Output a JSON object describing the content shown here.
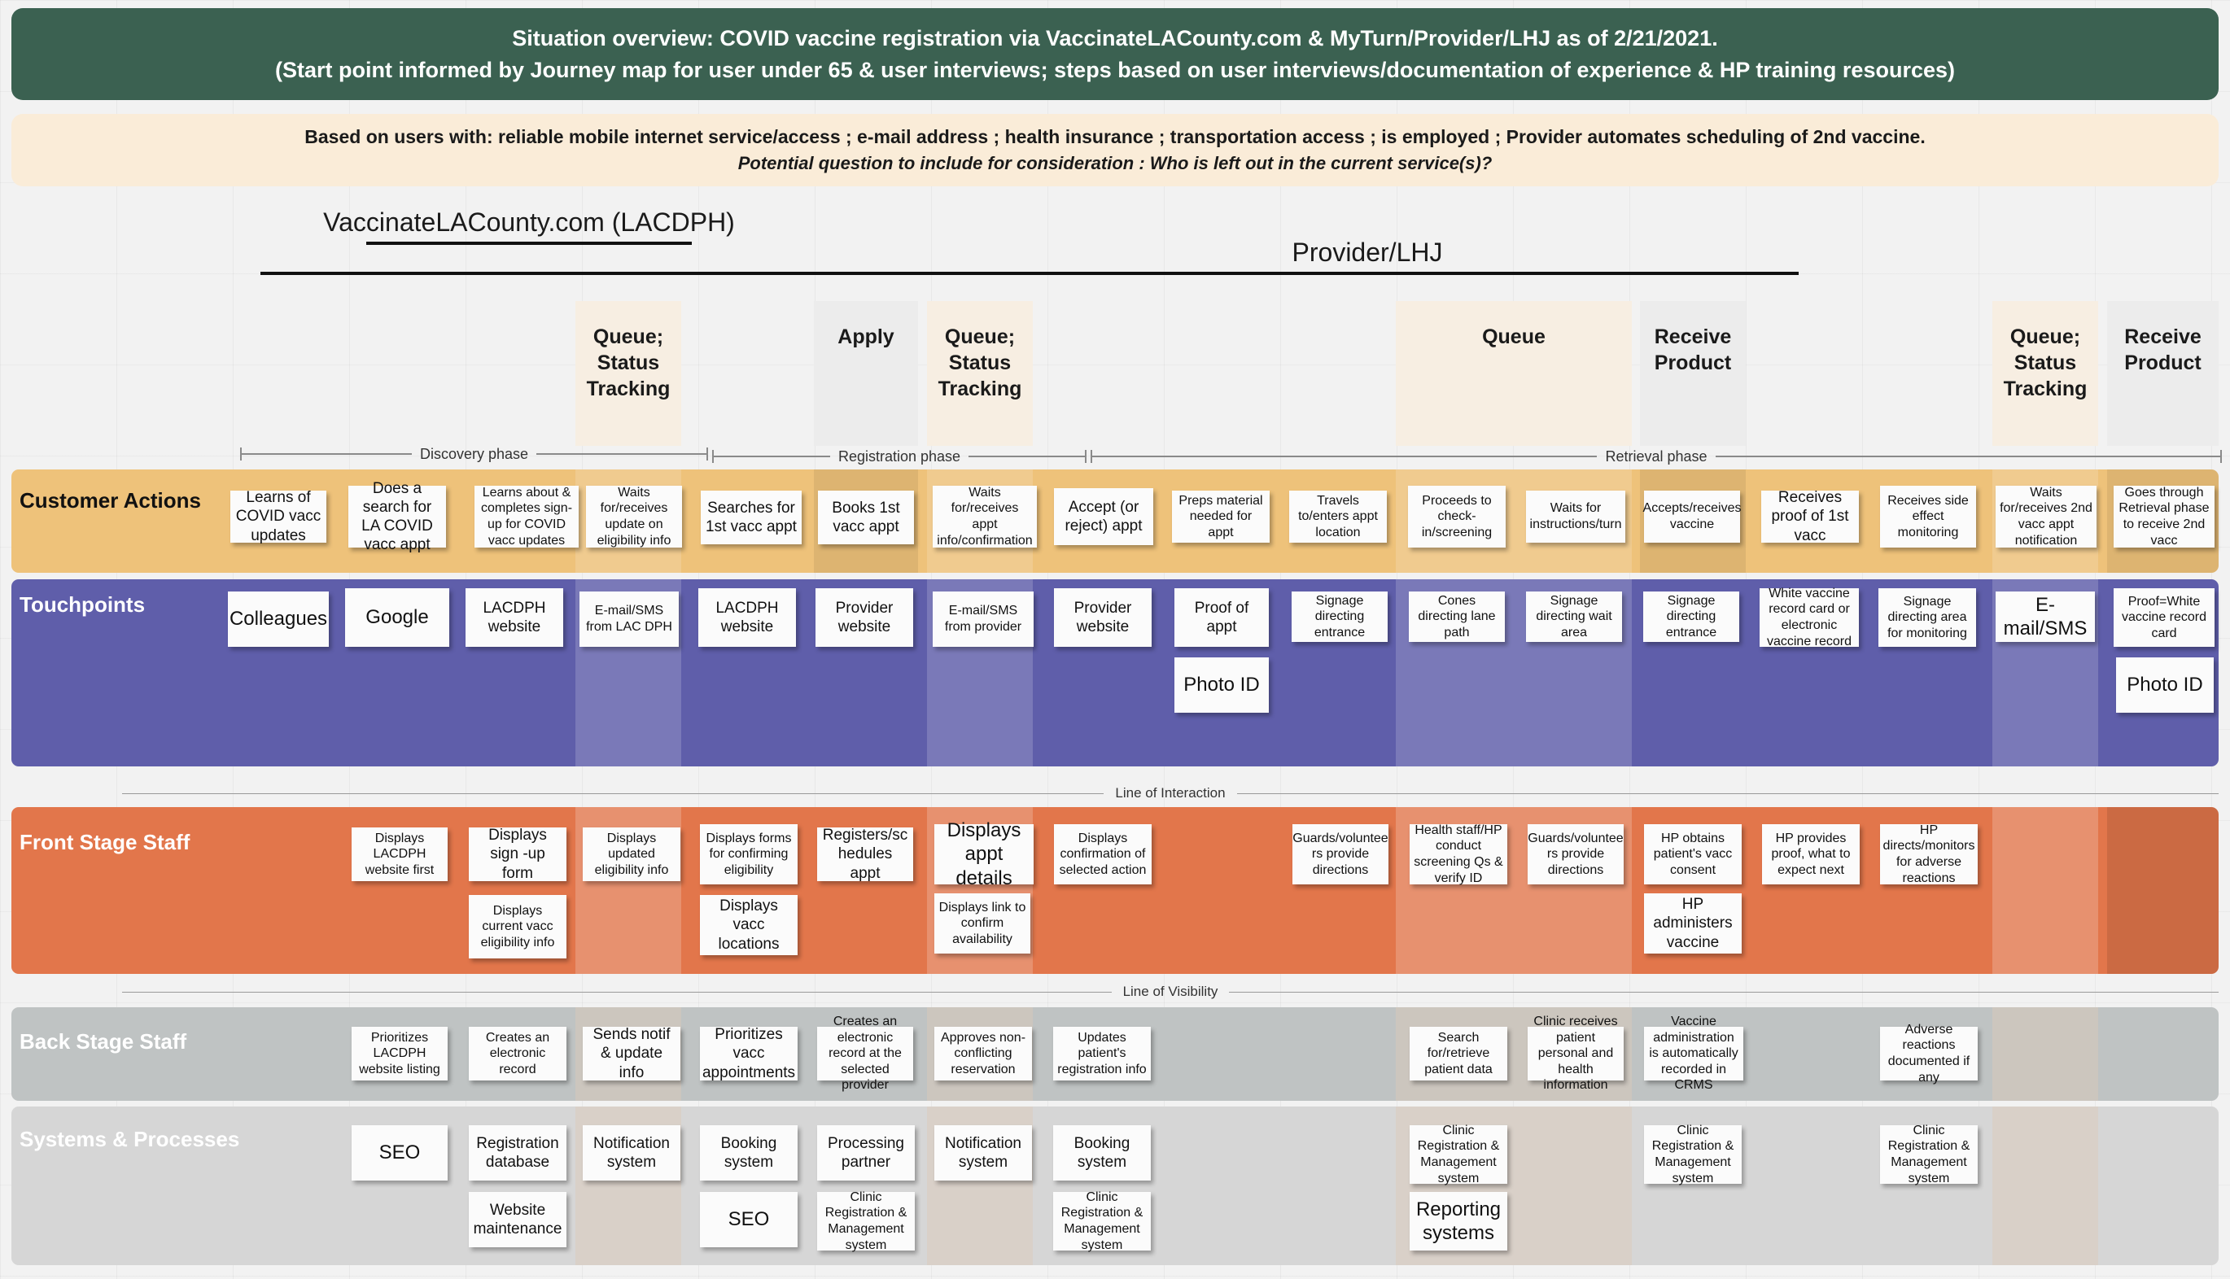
{
  "title_banner": {
    "line1": "Situation overview: COVID vaccine registration via VaccinateLACounty.com & MyTurn/Provider/LHJ as of 2/21/2021.",
    "line2": "(Start point informed by Journey map for user under 65 & user interviews; steps based on user interviews/documentation of experience & HP training resources)",
    "color": "#3b6151"
  },
  "assumption_banner": {
    "line1": "Based on users with: reliable mobile internet service/access ; e-mail address ; health insurance ; transportation access ; is employed ; Provider automates scheduling of 2nd vaccine.",
    "line2": "Potential question to include for consideration : Who is left out in the current service(s)?",
    "color": "#faecd8"
  },
  "channels": [
    {
      "label": "VaccinateLACounty.com (LACDPH)"
    },
    {
      "label": "Provider/LHJ"
    }
  ],
  "stages": [
    {
      "label": "Queue;\nStatus\nTracking"
    },
    {
      "label": "Apply"
    },
    {
      "label": "Queue;\nStatus\nTracking"
    },
    {
      "label": "Queue"
    },
    {
      "label": "Receive\nProduct"
    },
    {
      "label": "Queue;\nStatus\nTracking"
    },
    {
      "label": "Receive\nProduct"
    }
  ],
  "phases": [
    {
      "label": "Discovery phase"
    },
    {
      "label": "Registration phase"
    },
    {
      "label": "Retrieval phase"
    }
  ],
  "dividers": [
    {
      "label": "Line of Interaction"
    },
    {
      "label": "Line of Visibility"
    }
  ],
  "lanes": [
    {
      "key": "customer_actions",
      "label": "Customer Actions",
      "color": "#eec27a"
    },
    {
      "key": "touchpoints",
      "label": "Touchpoints",
      "color": "#5f5eaa"
    },
    {
      "key": "front_stage",
      "label": "Front Stage Staff",
      "color": "#e2764b"
    },
    {
      "key": "back_stage",
      "label": "Back Stage Staff",
      "color": "#bfc3c3"
    },
    {
      "key": "systems",
      "label": "Systems & Processes",
      "color": "#d6d6d6"
    }
  ],
  "customer_actions": [
    "Learns of COVID vacc updates",
    "Does a search for LA COVID vacc appt",
    "Learns about & completes sign-up for COVID vacc updates",
    "Waits for/receives update on eligibility info",
    "Searches for 1st vacc appt",
    "Books 1st vacc appt",
    "Waits for/receives appt info/confirmation",
    "Accept (or reject) appt",
    "Preps material needed for appt",
    "Travels to/enters appt location",
    "Proceeds to check-in/screening",
    "Waits for instructions/turn",
    "Accepts/receives vaccine",
    "Receives proof of 1st vacc",
    "Receives side effect monitoring",
    "Waits for/receives 2nd vacc appt notification",
    "Goes through Retrieval phase to receive 2nd vacc"
  ],
  "touchpoints": [
    "Colleagues",
    "Google",
    "LACDPH website",
    "E-mail/SMS from  LAC DPH",
    "LACDPH website",
    "Provider website",
    "E-mail/SMS from provider",
    "Provider website",
    "Proof of appt",
    "Photo ID",
    "Signage directing entrance",
    "Cones directing lane path",
    "Signage directing wait area",
    "Signage directing entrance",
    "White vaccine record card or electronic vaccine record",
    "Signage directing area for monitoring",
    "E-mail/SMS",
    "Proof=White vaccine record card",
    "Photo ID"
  ],
  "front_stage": [
    "Displays LACDPH website first",
    "Displays sign -up form",
    "Displays current vacc eligibility info",
    "Displays updated eligibility info",
    "Displays forms for confirming eligibility",
    "Displays vacc locations",
    "Registers/sc hedules appt",
    "Displays appt details",
    "Displays link to confirm availability",
    "Displays confirmation of selected action",
    "Guards/voluntee rs provide directions",
    "Health staff/HP conduct screening Qs & verify ID",
    "Guards/voluntee rs provide directions",
    "HP obtains patient's vacc consent",
    "HP administers vaccine",
    "HP provides proof, what to expect next",
    "HP directs/monitors for adverse reactions"
  ],
  "back_stage": [
    "Prioritizes LACDPH website listing",
    "Creates an electronic record",
    "Sends notif & update info",
    "Prioritizes vacc appointments",
    "Creates an electronic record at the selected provider",
    "Approves non-conflicting reservation",
    "Updates patient's registration info",
    "Search for/retrieve patient data",
    "Clinic receives patient personal and health information",
    "Vaccine administration is automatically recorded in CRMS",
    "Adverse reactions documented if any"
  ],
  "systems": [
    "SEO",
    "Registration database",
    "Website maintenance",
    "Notification system",
    "Booking system",
    "SEO",
    "Processing partner",
    "Clinic Registration & Management system",
    "Notification system",
    "Booking system",
    "Clinic Registration & Management system",
    "Clinic Registration & Management system",
    "Reporting systems",
    "Clinic Registration & Management system",
    "Clinic Registration & Management system"
  ]
}
